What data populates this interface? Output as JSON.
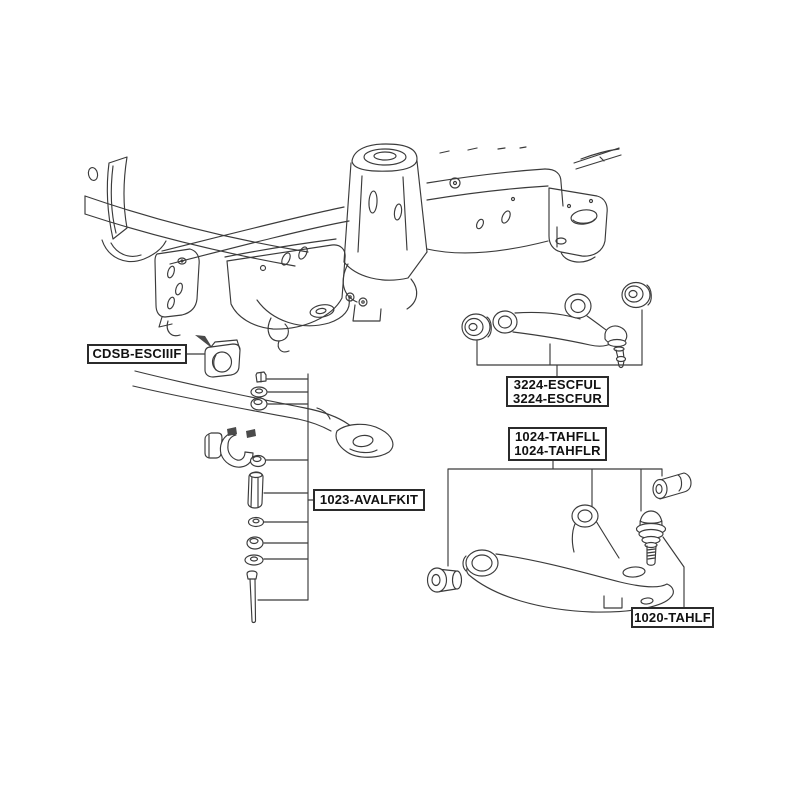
{
  "page": {
    "background": "#ffffff"
  },
  "diagram": {
    "colors": {
      "line": "#3b3b3b",
      "label_border": "#2b2b2b",
      "label_text": "#111111",
      "label_background": "#ffffff"
    },
    "labels": [
      {
        "id": "stabilizer-bushing-label",
        "lines": [
          "CDSB-ESCIIIF"
        ]
      },
      {
        "id": "upper-control-arm-label",
        "lines": [
          "3224-ESCFUL",
          "3224-ESCFUR"
        ]
      },
      {
        "id": "lower-control-arm-label",
        "lines": [
          "1024-TAHFLL",
          "1024-TAHFLR"
        ]
      },
      {
        "id": "stabilizer-link-kit-label",
        "lines": [
          "1023-AVALFKIT"
        ]
      },
      {
        "id": "ball-joint-label",
        "lines": [
          "1020-TAHLF"
        ]
      }
    ]
  }
}
